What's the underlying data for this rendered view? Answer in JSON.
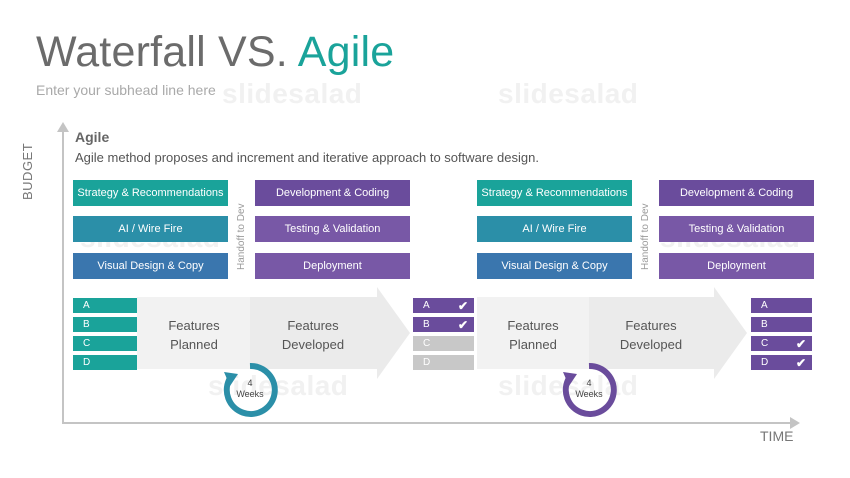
{
  "slide": {
    "title_main": "Waterfall VS.",
    "title_accent": "Agile",
    "subhead": "Enter your subhead line here",
    "watermark": "slidesalad"
  },
  "axes": {
    "y_label": "BUDGET",
    "x_label": "TIME"
  },
  "section": {
    "title": "Agile",
    "description": "Agile method proposes and increment and iterative approach to software design."
  },
  "iterations": [
    {
      "left_boxes": [
        "Strategy & Recommendations",
        "AI / Wire Fire",
        "Visual Design & Copy"
      ],
      "handoff": "Handoff to Dev",
      "right_boxes": [
        "Development & Coding",
        "Testing & Validation",
        "Deployment"
      ],
      "start_items": [
        "A",
        "B",
        "C",
        "D"
      ],
      "flow_planned": [
        "Features",
        "Planned"
      ],
      "flow_developed": [
        "Features",
        "Developed"
      ],
      "cycle": [
        "4",
        "Weeks"
      ],
      "end_items": [
        {
          "label": "A",
          "done": true
        },
        {
          "label": "B",
          "done": true
        },
        {
          "label": "C",
          "done": false
        },
        {
          "label": "D",
          "done": false
        }
      ]
    },
    {
      "left_boxes": [
        "Strategy & Recommendations",
        "AI / Wire Fire",
        "Visual Design & Copy"
      ],
      "handoff": "Handoff to Dev",
      "right_boxes": [
        "Development & Coding",
        "Testing & Validation",
        "Deployment"
      ],
      "flow_planned": [
        "Features",
        "Planned"
      ],
      "flow_developed": [
        "Features",
        "Developed"
      ],
      "cycle": [
        "4",
        "Weeks"
      ],
      "end_items": [
        {
          "label": "A",
          "done": false
        },
        {
          "label": "B",
          "done": false
        },
        {
          "label": "C",
          "done": true
        },
        {
          "label": "D",
          "done": true
        }
      ]
    }
  ],
  "colors": {
    "teal": "#1aa39a",
    "blue": "#2b8fa8",
    "steel": "#3a76ae",
    "purple": "#6a4c9c",
    "violet": "#7858a6",
    "gray_item": "#c8c8c8",
    "arrow_fill": "#ebebeb"
  }
}
